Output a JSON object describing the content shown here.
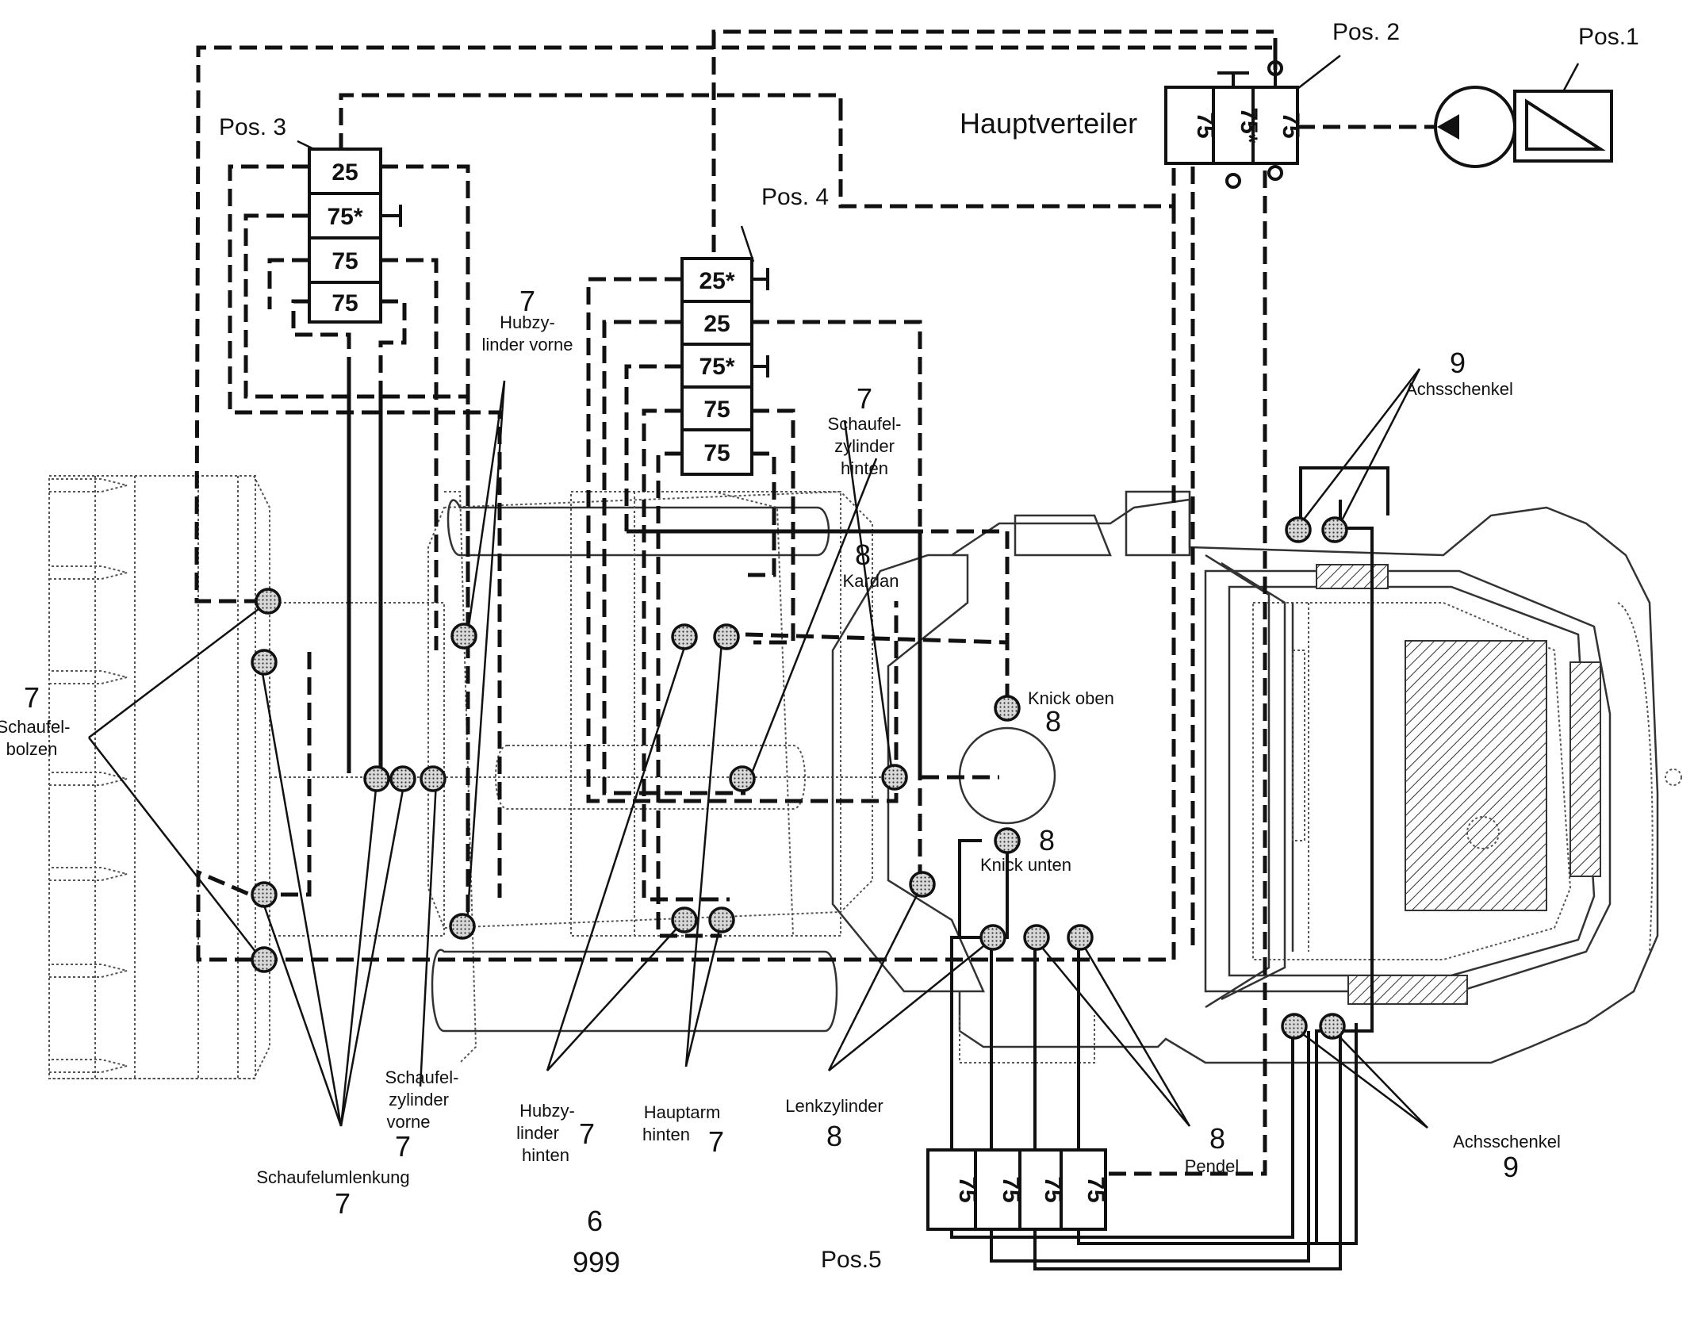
{
  "diagram": {
    "main_distributor": {
      "title": "Hauptverteiler",
      "pos_label": "Pos. 2",
      "values": [
        "75",
        "75*",
        "75"
      ]
    },
    "pump": {
      "pos_label": "Pos.1"
    },
    "distributor_3": {
      "pos_label": "Pos. 3",
      "values": [
        "25",
        "75*",
        "75",
        "75"
      ]
    },
    "distributor_4": {
      "pos_label": "Pos. 4",
      "values": [
        "25*",
        "25",
        "75*",
        "75",
        "75"
      ]
    },
    "distributor_5": {
      "pos_label": "Pos.5",
      "values": [
        "75",
        "75",
        "75",
        "75"
      ]
    },
    "labels": {
      "hubzylinder_vorne": {
        "num": "7",
        "line1": "Hubzy-",
        "line2": "linder vorne"
      },
      "schaufelzylinder_hinten": {
        "num": "7",
        "line1": "Schaufel-",
        "line2": "zylinder",
        "line3": "hinten"
      },
      "achsschenkel_top": {
        "num": "9",
        "text": "Achsschenkel"
      },
      "kardan": {
        "num": "8",
        "text": "Kardan"
      },
      "knick_oben": {
        "num": "8",
        "text": "Knick oben"
      },
      "knick_unten": {
        "num": "8",
        "text": "Knick unten"
      },
      "schaufelbolzen": {
        "num": "7",
        "line1": "Schaufel-",
        "line2": "bolzen"
      },
      "schaufelzylinder_vorne": {
        "num": "7",
        "line1": "Schaufel-",
        "line2": "zylinder",
        "line3": "vorne"
      },
      "schaufelumlenkung": {
        "num": "7",
        "text": "Schaufelumlenkung"
      },
      "hubzylinder_hinten": {
        "num": "7",
        "line1": "Hubzy-",
        "line2": "linder",
        "line3": "hinten"
      },
      "hauptarm_hinten": {
        "num": "7",
        "line1": "Hauptarm",
        "line2": "hinten"
      },
      "lenkzylinder": {
        "num": "8",
        "text": "Lenkzylinder"
      },
      "pendel": {
        "num": "8",
        "text": "Pendel"
      },
      "achsschenkel_bottom": {
        "num": "9",
        "text": "Achsschenkel"
      },
      "footer": {
        "num": "6",
        "code": "999"
      }
    }
  }
}
